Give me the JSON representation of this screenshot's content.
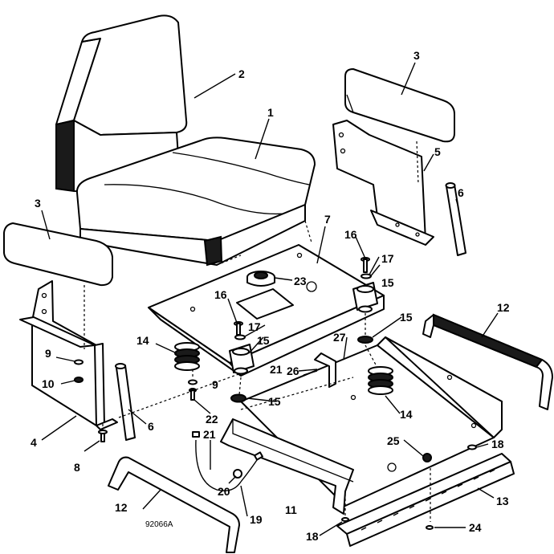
{
  "drawing_number": "92066A",
  "callouts": {
    "c1": "1",
    "c2": "2",
    "c3a": "3",
    "c3b": "3",
    "c4": "4",
    "c5": "5",
    "c6a": "6",
    "c6b": "6",
    "c7": "7",
    "c8": "8",
    "c9a": "9",
    "c9b": "9",
    "c10": "10",
    "c11": "11",
    "c12a": "12",
    "c12b": "12",
    "c13": "13",
    "c14a": "14",
    "c14b": "14",
    "c15a": "15",
    "c15b": "15",
    "c15c": "15",
    "c15d": "15",
    "c16a": "16",
    "c16b": "16",
    "c17a": "17",
    "c17b": "17",
    "c18a": "18",
    "c18b": "18",
    "c19": "19",
    "c20": "20",
    "c21a": "21",
    "c21b": "21",
    "c22": "22",
    "c23": "23",
    "c24": "24",
    "c25": "25",
    "c26": "26",
    "c27": "27"
  }
}
